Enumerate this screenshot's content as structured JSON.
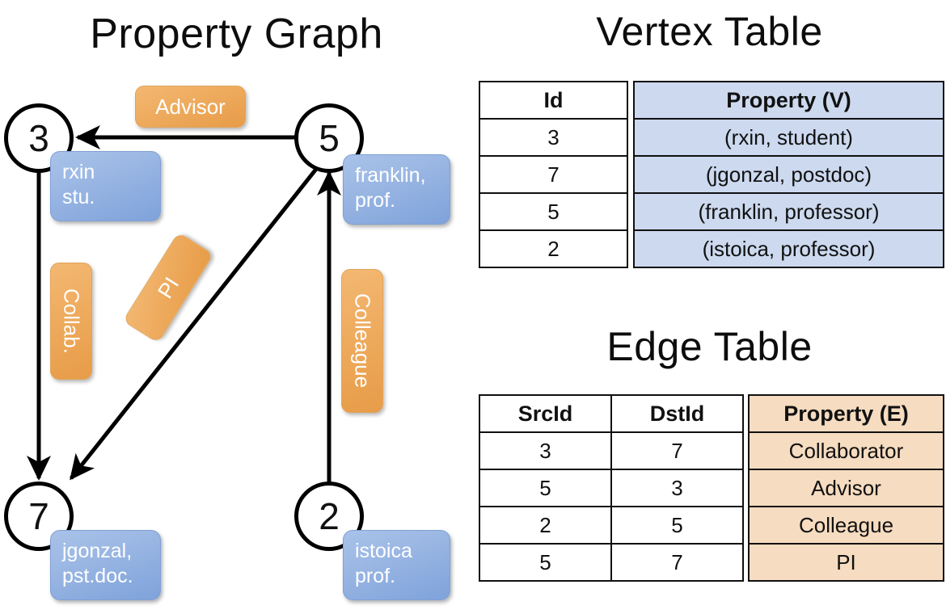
{
  "titles": {
    "property_graph": "Property Graph",
    "vertex_table": "Vertex Table",
    "edge_table": "Edge Table"
  },
  "graph": {
    "nodes": [
      {
        "id": "3",
        "label": "3",
        "prop_lines": [
          "rxin",
          "stu."
        ]
      },
      {
        "id": "5",
        "label": "5",
        "prop_lines": [
          "franklin,",
          "prof."
        ]
      },
      {
        "id": "7",
        "label": "7",
        "prop_lines": [
          "jgonzal,",
          "pst.doc."
        ]
      },
      {
        "id": "2",
        "label": "2",
        "prop_lines": [
          "istoica",
          "prof."
        ]
      }
    ],
    "edge_labels": {
      "advisor": "Advisor",
      "collab": "Collab.",
      "pi": "PI",
      "colleague": "Colleague"
    },
    "colors": {
      "vertex_badge": "#8fb0e0",
      "edge_badge": "#eda954",
      "node_stroke": "#000000",
      "edge_stroke": "#000000"
    }
  },
  "vertex_table": {
    "headers": {
      "id": "Id",
      "property": "Property (V)"
    },
    "rows": [
      {
        "id": "3",
        "property": "(rxin, student)"
      },
      {
        "id": "7",
        "property": "(jgonzal, postdoc)"
      },
      {
        "id": "5",
        "property": "(franklin, professor)"
      },
      {
        "id": "2",
        "property": "(istoica, professor)"
      }
    ],
    "property_fill": "#ccd9ef"
  },
  "edge_table": {
    "headers": {
      "src": "SrcId",
      "dst": "DstId",
      "property": "Property (E)"
    },
    "rows": [
      {
        "src": "3",
        "dst": "7",
        "property": "Collaborator"
      },
      {
        "src": "5",
        "dst": "3",
        "property": "Advisor"
      },
      {
        "src": "2",
        "dst": "5",
        "property": "Colleague"
      },
      {
        "src": "5",
        "dst": "7",
        "property": "PI"
      }
    ],
    "property_fill": "#f6dcc0"
  }
}
